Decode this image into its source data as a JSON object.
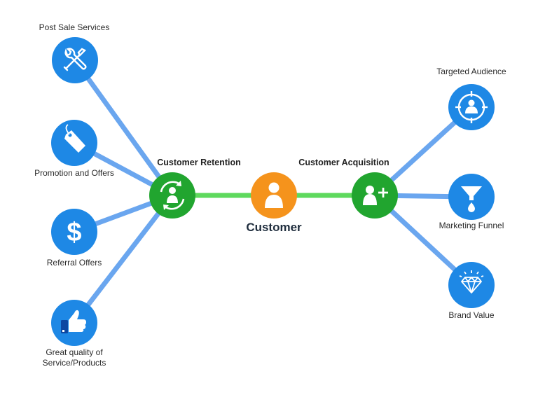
{
  "colors": {
    "blue_node": "#1e88e5",
    "blue_line": "#6aa6ef",
    "green_node": "#21a52f",
    "green_line": "#5ed95d",
    "orange_node": "#f5931c"
  },
  "center": {
    "label": "Customer",
    "icon": "person-icon"
  },
  "retention": {
    "label": "Customer Retention",
    "icon": "cycle-person-icon"
  },
  "acquisition": {
    "label": "Customer Acquisition",
    "icon": "add-person-icon"
  },
  "left_nodes": [
    {
      "label": "Post Sale Services",
      "icon": "tools-icon"
    },
    {
      "label": "Promotion and Offers",
      "icon": "tag-icon"
    },
    {
      "label": "Referral Offers",
      "icon": "dollar-icon"
    },
    {
      "label_line1": "Great quality of",
      "label_line2": "Service/Products",
      "icon": "thumbs-up-icon"
    }
  ],
  "right_nodes": [
    {
      "label": "Targeted Audience",
      "icon": "target-icon"
    },
    {
      "label": "Marketing Funnel",
      "icon": "funnel-icon"
    },
    {
      "label": "Brand Value",
      "icon": "diamond-icon"
    }
  ]
}
